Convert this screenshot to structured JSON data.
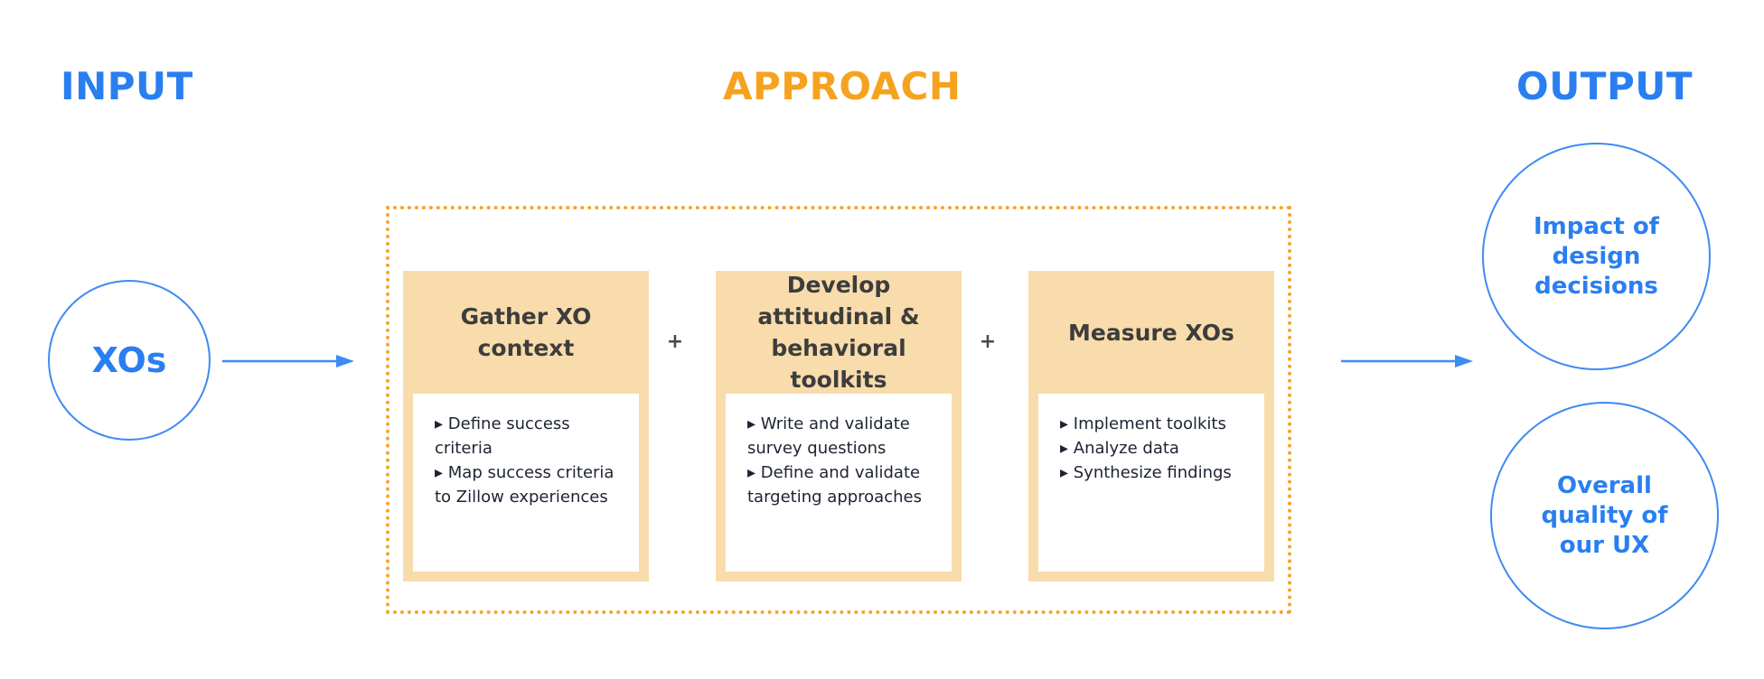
{
  "headings": {
    "input": "INPUT",
    "approach": "APPROACH",
    "output": "OUTPUT"
  },
  "input": {
    "label": "XOs"
  },
  "approach": {
    "connector": "+",
    "steps": [
      {
        "title": "Gather XO context",
        "bullets": [
          "▸ Define success criteria",
          "▸  Map success criteria to Zillow experiences"
        ]
      },
      {
        "title": "Develop attitudinal & behavioral toolkits",
        "bullets": [
          "▸ Write and validate survey questions",
          "▸  Define and validate targeting approaches"
        ]
      },
      {
        "title": "Measure XOs",
        "bullets": [
          "▸ Implement toolkits",
          "▸ Analyze data",
          "▸ Synthesize findings"
        ]
      }
    ]
  },
  "output": {
    "items": [
      "Impact of design decisions",
      "Overall quality of our UX"
    ]
  },
  "colors": {
    "blue": "#2a7ff0",
    "orange": "#f5a31f",
    "step_fill": "#f9dcac",
    "step_title": "#3d3d3d",
    "body_text": "#1d2333"
  }
}
